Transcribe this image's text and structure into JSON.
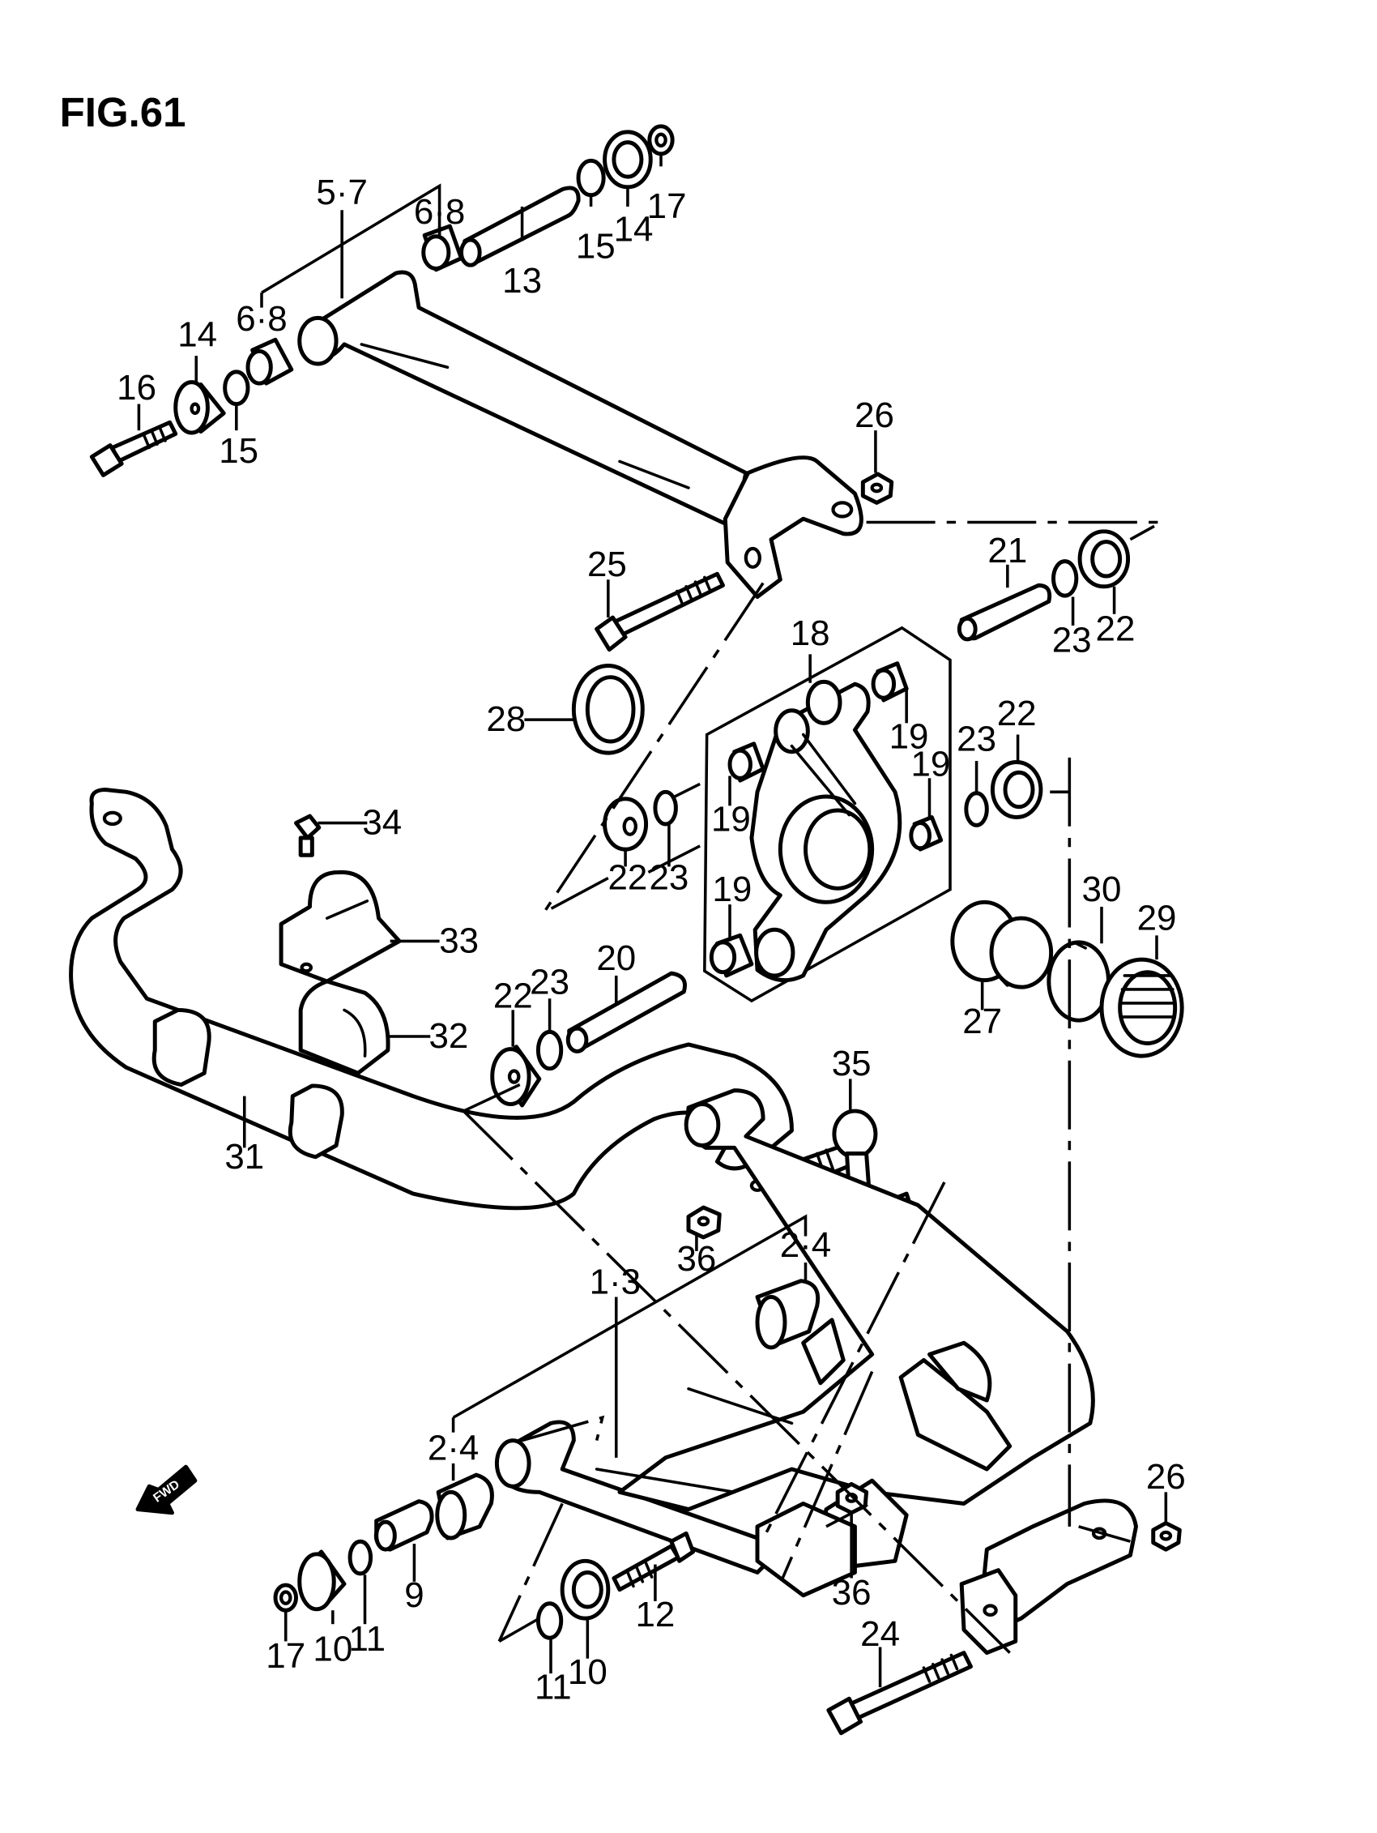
{
  "figure": {
    "title": "FIG.61",
    "fwd_label": "FWD"
  },
  "callouts": [
    {
      "id": "c1",
      "text": "5·7"
    },
    {
      "id": "c2",
      "text": "6·8"
    },
    {
      "id": "c3",
      "text": "13"
    },
    {
      "id": "c4",
      "text": "15"
    },
    {
      "id": "c5",
      "text": "14"
    },
    {
      "id": "c6",
      "text": "17"
    },
    {
      "id": "c7",
      "text": "6·8"
    },
    {
      "id": "c8",
      "text": "14"
    },
    {
      "id": "c9",
      "text": "16"
    },
    {
      "id": "c10",
      "text": "15"
    },
    {
      "id": "c11",
      "text": "26"
    },
    {
      "id": "c12",
      "text": "25"
    },
    {
      "id": "c13",
      "text": "21"
    },
    {
      "id": "c14",
      "text": "23"
    },
    {
      "id": "c15",
      "text": "22"
    },
    {
      "id": "c16",
      "text": "18"
    },
    {
      "id": "c17",
      "text": "28"
    },
    {
      "id": "c18",
      "text": "19"
    },
    {
      "id": "c19",
      "text": "19"
    },
    {
      "id": "c20",
      "text": "19"
    },
    {
      "id": "c21",
      "text": "23"
    },
    {
      "id": "c22",
      "text": "22"
    },
    {
      "id": "c23",
      "text": "19"
    },
    {
      "id": "c24",
      "text": "34"
    },
    {
      "id": "c25",
      "text": "22"
    },
    {
      "id": "c26",
      "text": "23"
    },
    {
      "id": "c27",
      "text": "30"
    },
    {
      "id": "c28",
      "text": "29"
    },
    {
      "id": "c29",
      "text": "33"
    },
    {
      "id": "c30",
      "text": "20"
    },
    {
      "id": "c31",
      "text": "22"
    },
    {
      "id": "c32",
      "text": "23"
    },
    {
      "id": "c33",
      "text": "27"
    },
    {
      "id": "c34",
      "text": "32"
    },
    {
      "id": "c35",
      "text": "35"
    },
    {
      "id": "c36",
      "text": "31"
    },
    {
      "id": "c37",
      "text": "2·4"
    },
    {
      "id": "c38",
      "text": "36"
    },
    {
      "id": "c39",
      "text": "1·3"
    },
    {
      "id": "c40",
      "text": "2·4"
    },
    {
      "id": "c41",
      "text": "26"
    },
    {
      "id": "c42",
      "text": "9"
    },
    {
      "id": "c43",
      "text": "12"
    },
    {
      "id": "c44",
      "text": "36"
    },
    {
      "id": "c45",
      "text": "11"
    },
    {
      "id": "c46",
      "text": "10"
    },
    {
      "id": "c47",
      "text": "17"
    },
    {
      "id": "c48",
      "text": "24"
    },
    {
      "id": "c49",
      "text": "11"
    },
    {
      "id": "c50",
      "text": "10"
    }
  ]
}
